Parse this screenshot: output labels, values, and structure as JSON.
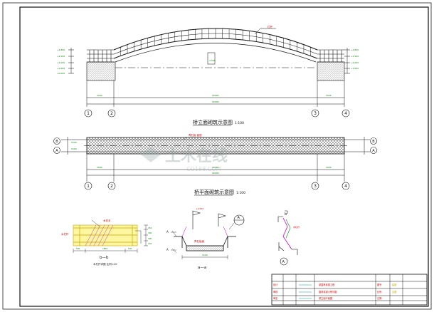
{
  "drawing": {
    "elevation_title": "桥立面砌筑示意图",
    "elevation_scale": "1:100",
    "plan_title": "桥平面砌筑示意图",
    "plan_scale": "1:100",
    "section_b_label": "b—b",
    "section_b_note": "木栏杆详图 比例1:20",
    "section_a_label": "a—a",
    "axes": [
      "1",
      "2",
      "3",
      "4"
    ],
    "plan_axes": [
      "A",
      "B"
    ],
    "markers": {
      "detail_A": "A",
      "cut_b": "b",
      "cut_a": "a"
    }
  },
  "watermark": {
    "main": "土木在线",
    "sub": "CO188.COM"
  },
  "title_block": {
    "left_labels": [
      "设计",
      "审核",
      "审定"
    ],
    "project": "某园林景观工程",
    "drawing_name_1": "园林景观小桥详图",
    "drawing_name_2": "桥立面平面图",
    "right_labels": [
      "图号",
      "比例",
      "日期"
    ],
    "right_values": [
      "建施",
      "见图",
      ""
    ]
  },
  "colors": {
    "line": "#111111",
    "red": "#cc0000",
    "magenta": "#cc00cc",
    "green": "#008a00",
    "yellow": "#c9a800",
    "cyan": "#009a9a"
  }
}
